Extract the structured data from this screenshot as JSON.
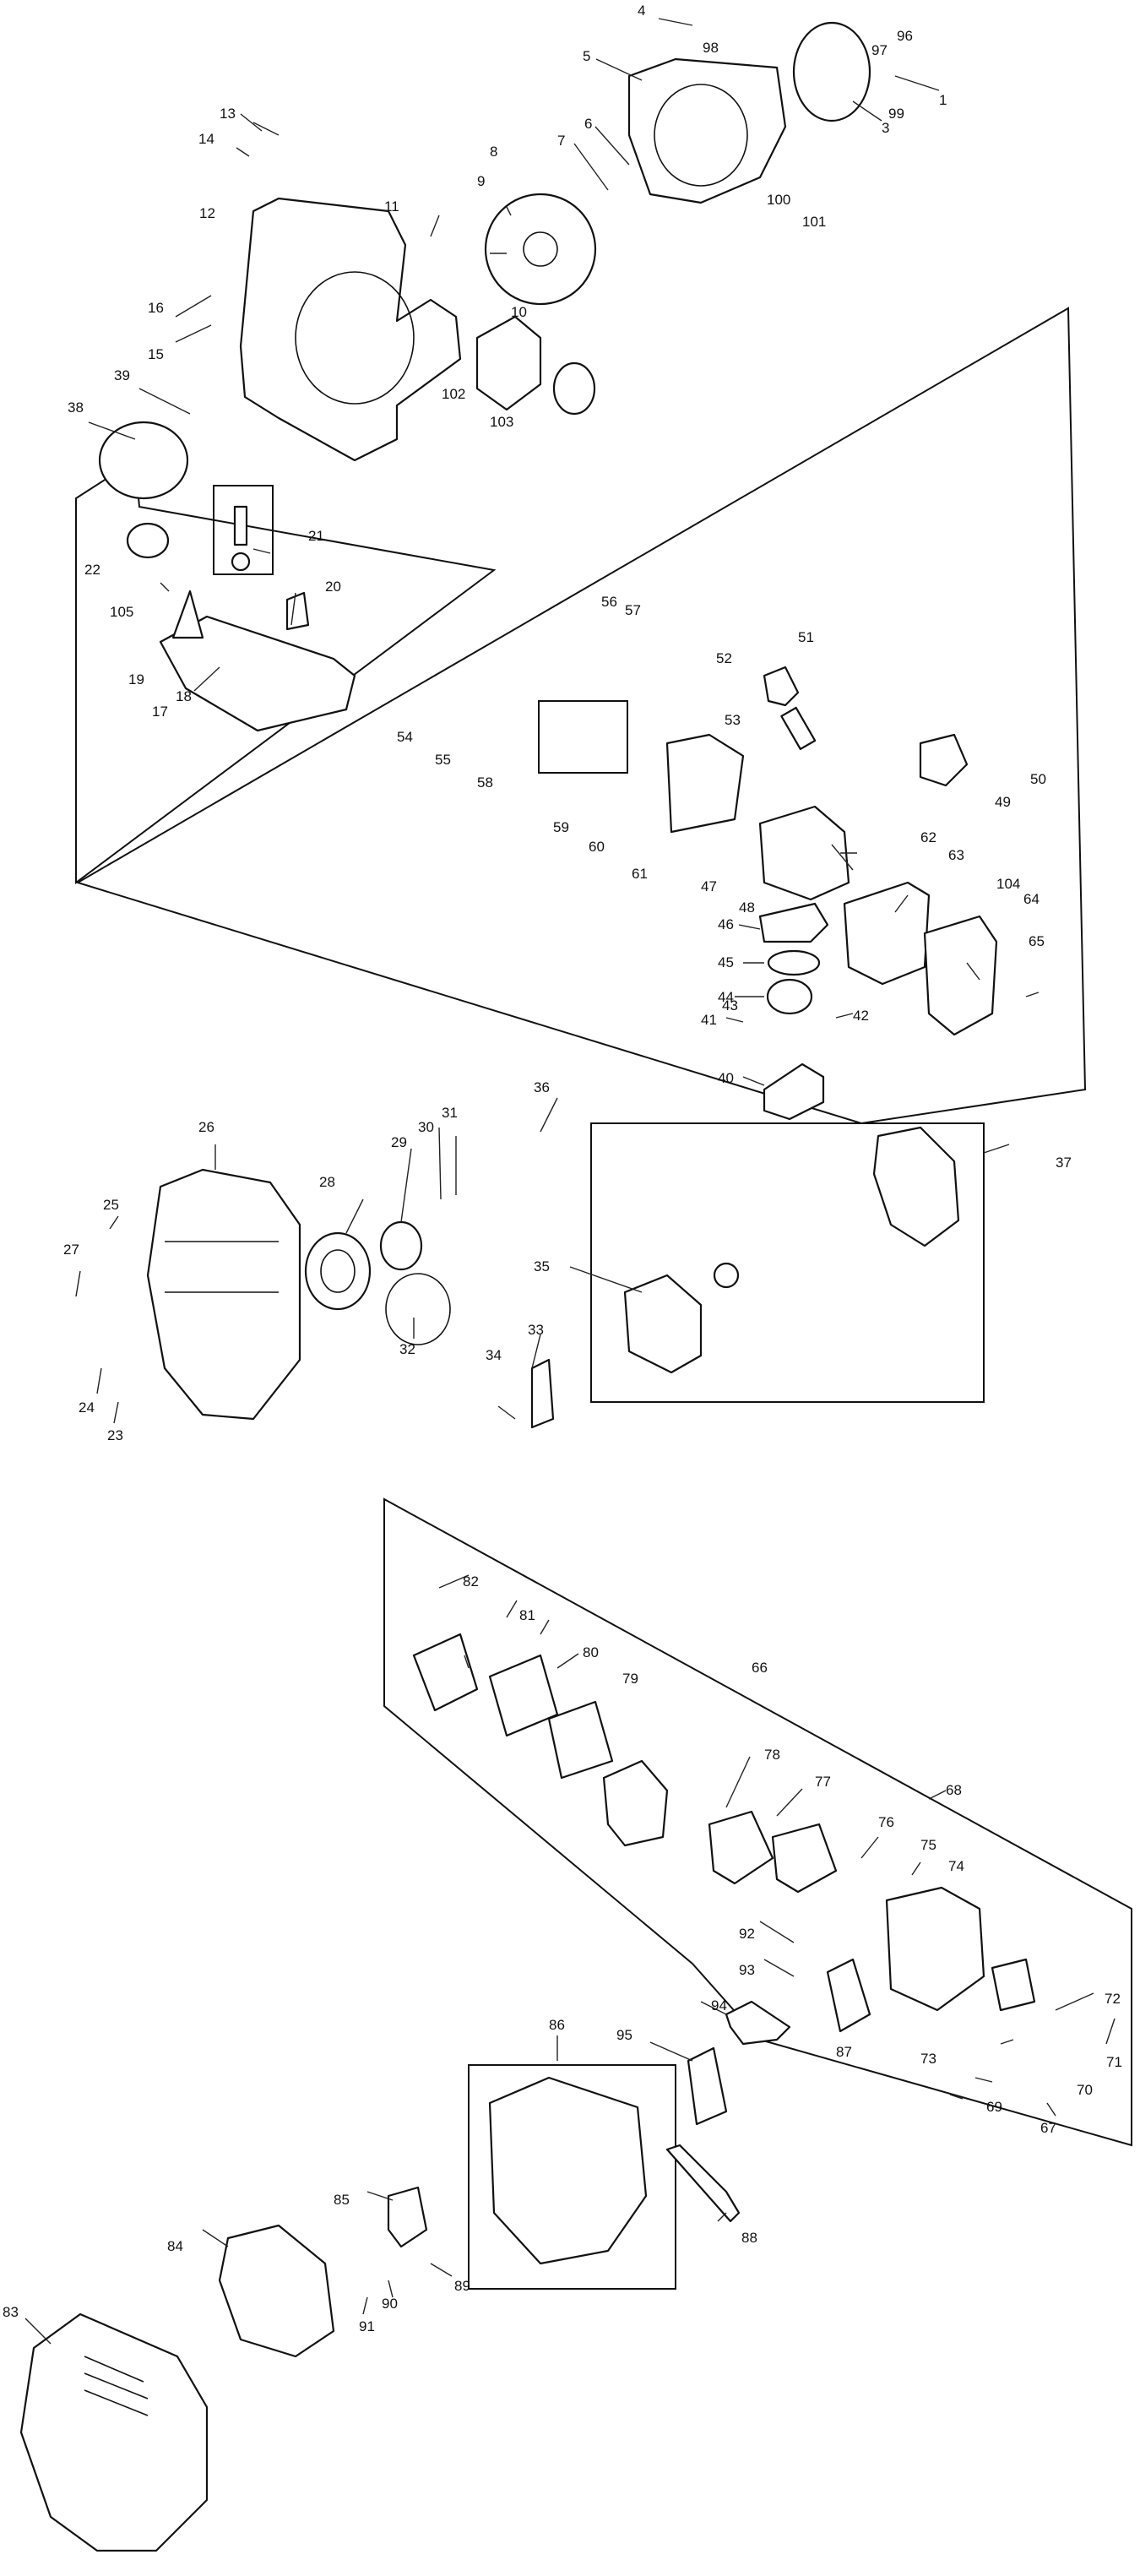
{
  "callouts": [
    {
      "id": "c1",
      "text": "1"
    },
    {
      "id": "c3",
      "text": "3"
    },
    {
      "id": "c4",
      "text": "4"
    },
    {
      "id": "c5",
      "text": "5"
    },
    {
      "id": "c6",
      "text": "6"
    },
    {
      "id": "c7",
      "text": "7"
    },
    {
      "id": "c8",
      "text": "8"
    },
    {
      "id": "c9",
      "text": "9"
    },
    {
      "id": "c10",
      "text": "10"
    },
    {
      "id": "c11",
      "text": "11"
    },
    {
      "id": "c12",
      "text": "12"
    },
    {
      "id": "c13",
      "text": "13"
    },
    {
      "id": "c14",
      "text": "14"
    },
    {
      "id": "c15",
      "text": "15"
    },
    {
      "id": "c16",
      "text": "16"
    },
    {
      "id": "c17",
      "text": "17"
    },
    {
      "id": "c18",
      "text": "18"
    },
    {
      "id": "c19",
      "text": "19"
    },
    {
      "id": "c20",
      "text": "20"
    },
    {
      "id": "c21",
      "text": "21"
    },
    {
      "id": "c22",
      "text": "22"
    },
    {
      "id": "c23",
      "text": "23"
    },
    {
      "id": "c24",
      "text": "24"
    },
    {
      "id": "c25",
      "text": "25"
    },
    {
      "id": "c26",
      "text": "26"
    },
    {
      "id": "c27",
      "text": "27"
    },
    {
      "id": "c28",
      "text": "28"
    },
    {
      "id": "c29",
      "text": "29"
    },
    {
      "id": "c30",
      "text": "30"
    },
    {
      "id": "c31",
      "text": "31"
    },
    {
      "id": "c32",
      "text": "32"
    },
    {
      "id": "c33",
      "text": "33"
    },
    {
      "id": "c34",
      "text": "34"
    },
    {
      "id": "c35",
      "text": "35"
    },
    {
      "id": "c36",
      "text": "36"
    },
    {
      "id": "c37",
      "text": "37"
    },
    {
      "id": "c38",
      "text": "38"
    },
    {
      "id": "c39",
      "text": "39"
    },
    {
      "id": "c40",
      "text": "40"
    },
    {
      "id": "c41",
      "text": "41"
    },
    {
      "id": "c42",
      "text": "42"
    },
    {
      "id": "c43",
      "text": "43"
    },
    {
      "id": "c44",
      "text": "44"
    },
    {
      "id": "c45",
      "text": "45"
    },
    {
      "id": "c46",
      "text": "46"
    },
    {
      "id": "c47",
      "text": "47"
    },
    {
      "id": "c48",
      "text": "48"
    },
    {
      "id": "c49",
      "text": "49"
    },
    {
      "id": "c50",
      "text": "50"
    },
    {
      "id": "c51",
      "text": "51"
    },
    {
      "id": "c52",
      "text": "52"
    },
    {
      "id": "c53",
      "text": "53"
    },
    {
      "id": "c54",
      "text": "54"
    },
    {
      "id": "c55",
      "text": "55"
    },
    {
      "id": "c56",
      "text": "56"
    },
    {
      "id": "c57",
      "text": "57"
    },
    {
      "id": "c58",
      "text": "58"
    },
    {
      "id": "c59",
      "text": "59"
    },
    {
      "id": "c60",
      "text": "60"
    },
    {
      "id": "c61",
      "text": "61"
    },
    {
      "id": "c62",
      "text": "62"
    },
    {
      "id": "c63",
      "text": "63"
    },
    {
      "id": "c64",
      "text": "64"
    },
    {
      "id": "c65",
      "text": "65"
    },
    {
      "id": "c66",
      "text": "66"
    },
    {
      "id": "c67",
      "text": "67"
    },
    {
      "id": "c68",
      "text": "68"
    },
    {
      "id": "c69",
      "text": "69"
    },
    {
      "id": "c70",
      "text": "70"
    },
    {
      "id": "c71",
      "text": "71"
    },
    {
      "id": "c72",
      "text": "72"
    },
    {
      "id": "c73",
      "text": "73"
    },
    {
      "id": "c74",
      "text": "74"
    },
    {
      "id": "c75",
      "text": "75"
    },
    {
      "id": "c76",
      "text": "76"
    },
    {
      "id": "c77",
      "text": "77"
    },
    {
      "id": "c78",
      "text": "78"
    },
    {
      "id": "c79",
      "text": "79"
    },
    {
      "id": "c80",
      "text": "80"
    },
    {
      "id": "c81",
      "text": "81"
    },
    {
      "id": "c82",
      "text": "82"
    },
    {
      "id": "c83",
      "text": "83"
    },
    {
      "id": "c84",
      "text": "84"
    },
    {
      "id": "c85",
      "text": "85"
    },
    {
      "id": "c86",
      "text": "86"
    },
    {
      "id": "c87",
      "text": "87"
    },
    {
      "id": "c88",
      "text": "88"
    },
    {
      "id": "c89",
      "text": "89"
    },
    {
      "id": "c90",
      "text": "90"
    },
    {
      "id": "c91",
      "text": "91"
    },
    {
      "id": "c92",
      "text": "92"
    },
    {
      "id": "c93",
      "text": "93"
    },
    {
      "id": "c94",
      "text": "94"
    },
    {
      "id": "c95",
      "text": "95"
    },
    {
      "id": "c96",
      "text": "96"
    },
    {
      "id": "c97",
      "text": "97"
    },
    {
      "id": "c98",
      "text": "98"
    },
    {
      "id": "c99",
      "text": "99"
    },
    {
      "id": "c100",
      "text": "100"
    },
    {
      "id": "c101",
      "text": "101"
    },
    {
      "id": "c102",
      "text": "102"
    },
    {
      "id": "c103",
      "text": "103"
    },
    {
      "id": "c104",
      "text": "104"
    },
    {
      "id": "c105",
      "text": "105"
    }
  ]
}
